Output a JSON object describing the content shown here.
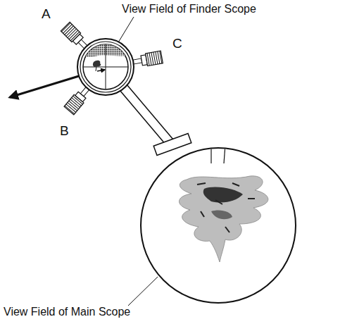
{
  "diagram": {
    "labels": [
      "View Field of Finder Scope",
      "A",
      "C",
      "B",
      "View Field of Main Scope"
    ]
  }
}
